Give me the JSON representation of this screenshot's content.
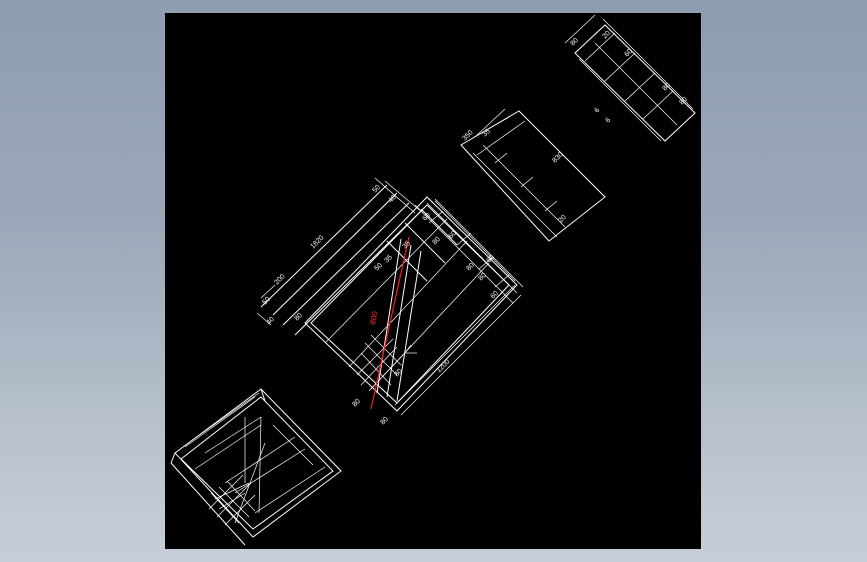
{
  "drawing": {
    "background": "#000000",
    "line_color": "#ffffff",
    "highlight_color": "#ff2020",
    "labels": {
      "d_1820": "1820",
      "d_1200": "1200",
      "d_800": "800",
      "d_350": "350",
      "d_830": "830",
      "d_60": "60",
      "d_80": "80",
      "d_50": "50",
      "d_40": "40",
      "d_35": "35",
      "d_6": "6",
      "d_20": "20",
      "d_200": "200"
    }
  }
}
